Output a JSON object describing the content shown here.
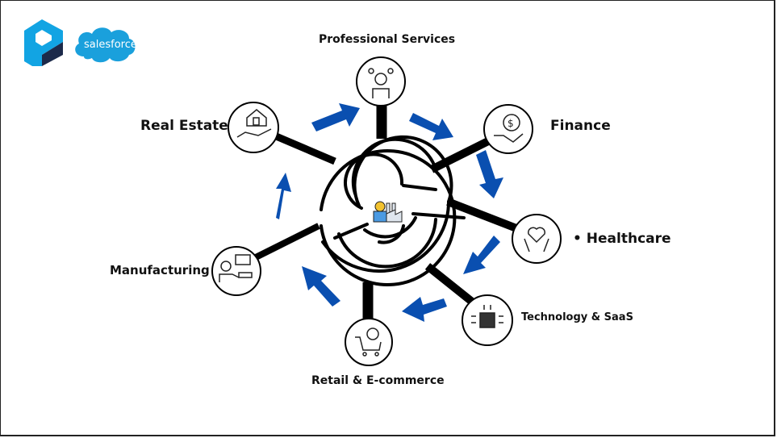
{
  "logos": {
    "brand_logo": "P-hexagon-logo",
    "salesforce_text": "salesforce"
  },
  "center": {
    "icon": "factory-icon",
    "description": "maze"
  },
  "industries": [
    {
      "label": "Professional Services",
      "icon": "professional-services-icon"
    },
    {
      "label": "Finance",
      "icon": "finance-dollar-gear-hand-icon"
    },
    {
      "label": "• Healthcare",
      "icon": "healthcare-heart-hands-icon"
    },
    {
      "label": "Technology & SaaS",
      "icon": "chip-circuit-icon"
    },
    {
      "label": "Retail & E-commerce",
      "icon": "shopping-cart-globe-icon"
    },
    {
      "label": "Manufacturing",
      "icon": "worker-machine-icon"
    },
    {
      "label": "Real Estate",
      "icon": "house-in-hand-icon"
    }
  ],
  "colors": {
    "arrow": "#0a4fb0",
    "salesforce_blue": "#1aa0dc",
    "brand_light": "#12a4e3",
    "brand_dark": "#1c2a4a",
    "line": "#000000"
  }
}
